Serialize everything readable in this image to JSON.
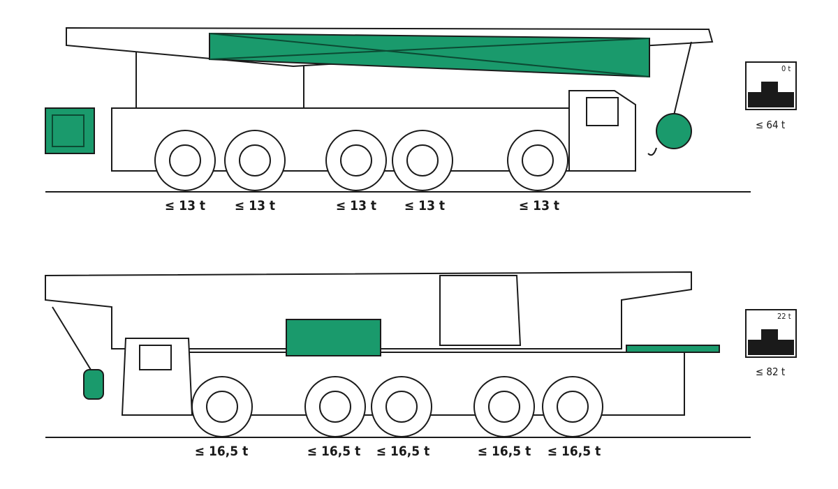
{
  "colors": {
    "accent": "#1a9a6c",
    "line": "#1a1a1a"
  },
  "configurations": [
    {
      "name": "travel-with-boom",
      "axle_loads": [
        "≤ 13 t",
        "≤ 13 t",
        "≤ 13 t",
        "≤ 13 t",
        "≤ 13 t"
      ],
      "counterweight_label": "0 t",
      "total_weight": "≤ 64 t"
    },
    {
      "name": "travel-with-counterweight",
      "axle_loads": [
        "≤ 16,5 t",
        "≤ 16,5 t",
        "≤ 16,5 t",
        "≤ 16,5 t",
        "≤ 16,5 t"
      ],
      "counterweight_label": "22 t",
      "total_weight": "≤ 82 t"
    }
  ]
}
